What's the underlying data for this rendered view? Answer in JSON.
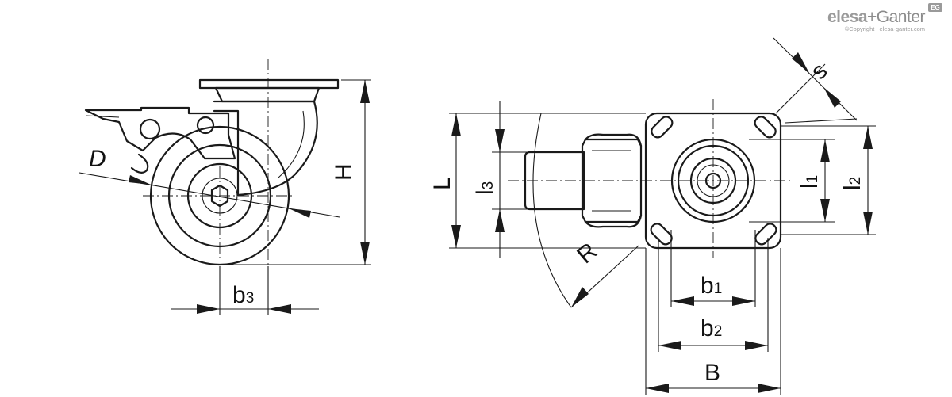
{
  "logo": {
    "brand_left": "elesa",
    "brand_plus": "+",
    "brand_right": "Ganter",
    "badge": "EG",
    "copyright": "©Copyright | elesa-ganter.com"
  },
  "dimensions": {
    "D": "D",
    "H": "H",
    "b3_main": "b",
    "b3_sub": "3",
    "L": "L",
    "l3_main": "l",
    "l3_sub": "3",
    "R": "R",
    "s": "s",
    "l1_main": "l",
    "l1_sub": "1",
    "l2_main": "l",
    "l2_sub": "2",
    "b1_main": "b",
    "b1_sub": "1",
    "b2_main": "b",
    "b2_sub": "2",
    "B": "B"
  }
}
